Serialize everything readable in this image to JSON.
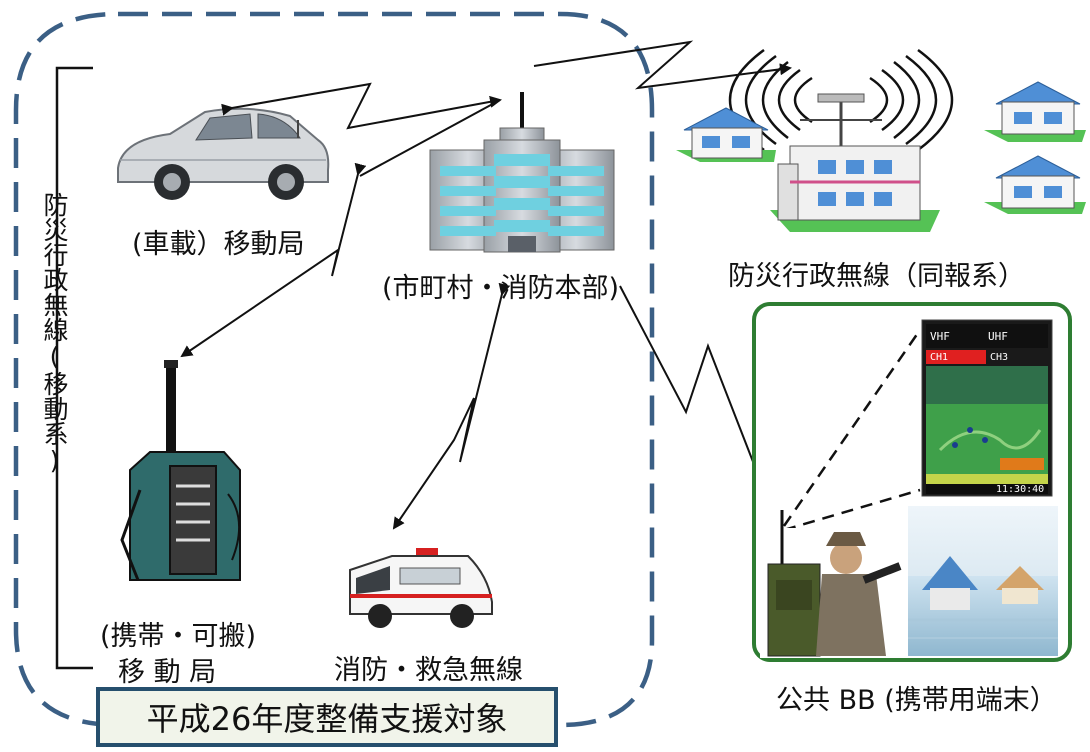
{
  "labels": {
    "vehicle_station": "(車載）移動局",
    "hq": "(市町村・消防本部)",
    "broadcast": "防災行政無線（同報系）",
    "mobile_system": "防災行政無線(移動系)",
    "portable_line1": "(携帯・可搬)",
    "portable_line2": "移 動 局",
    "fire_ambulance": "消防・救急無線",
    "public_bb": "公共 BB (携帯用端末）",
    "subsidy_banner": "平成26年度整備支援対象"
  },
  "screen": {
    "header_left": "VHF",
    "header_right": "UHF",
    "ch_left": "CH1",
    "ch_right": "CH3",
    "clock": "11:30:40"
  },
  "colors": {
    "dashed_border": "#3b5f85",
    "bb_border": "#2e7d32",
    "house_roof": "#4f8fd6",
    "grass": "#55c255",
    "banner_bg": "#f1f4ea",
    "banner_border": "#264f6d"
  }
}
